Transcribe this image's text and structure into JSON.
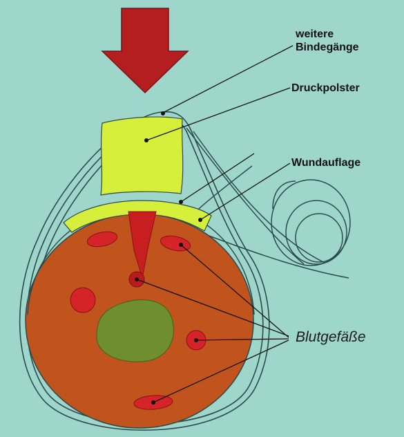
{
  "labels": {
    "weitere_bindegaenge_line1": "weitere",
    "weitere_bindegaenge_line2": "Bindegänge",
    "druckpolster": "Druckpolster",
    "wundauflage": "Wundauflage",
    "blutgefaesse": "Blutgefäße"
  },
  "colors": {
    "background": "#9fd6cc",
    "arrow": "#b51e1e",
    "pad": "#d6ef3a",
    "tissue": "#c0541c",
    "bone": "#6f8e2e",
    "vessel": "#d4242a",
    "wound": "#c81e22",
    "bandage_line": "#2c4a4a"
  },
  "icons": {
    "arrow": "down-arrow-icon"
  }
}
